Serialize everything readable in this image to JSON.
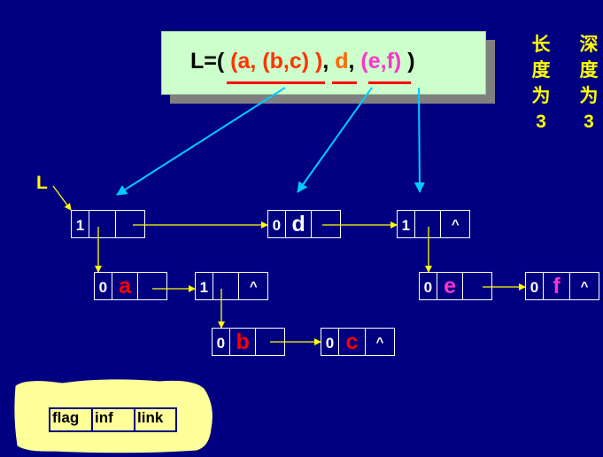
{
  "formula": {
    "lhs": "L=( ",
    "a_group": "(a, (b,c) )",
    "comma1": ", ",
    "d": "d",
    "comma2": ", ",
    "ef_group": "(e,f)",
    "close": " )"
  },
  "length_label": [
    "长",
    "度",
    "为",
    "3"
  ],
  "depth_label": [
    "深",
    "度",
    "为",
    "3"
  ],
  "head_label": "L",
  "nodes": {
    "n1": {
      "flag": "1",
      "info": "",
      "link": ""
    },
    "d": {
      "flag": "0",
      "info": "d",
      "link": ""
    },
    "n3": {
      "flag": "1",
      "info": "",
      "link": "^"
    },
    "a": {
      "flag": "0",
      "info": "a",
      "link": ""
    },
    "n5": {
      "flag": "1",
      "info": "",
      "link": "^"
    },
    "e": {
      "flag": "0",
      "info": "e",
      "link": ""
    },
    "f": {
      "flag": "0",
      "info": "f",
      "link": "^"
    },
    "b": {
      "flag": "0",
      "info": "b",
      "link": ""
    },
    "c": {
      "flag": "0",
      "info": "c",
      "link": "^"
    }
  },
  "legend": [
    "flag",
    "inf",
    "link"
  ],
  "colors": {
    "background": "#000080",
    "arrow_yellow": "#ffff00",
    "arrow_cyan": "#00ccff",
    "value_red": "#ff0000",
    "value_magenta": "#ff33cc"
  }
}
